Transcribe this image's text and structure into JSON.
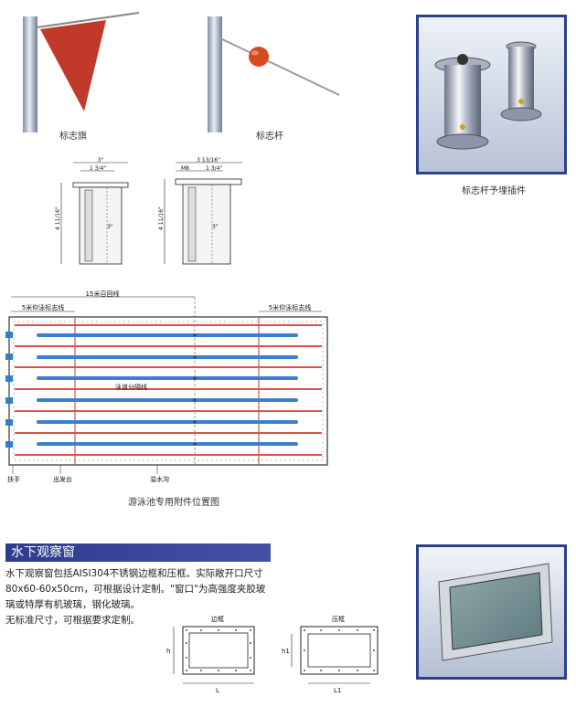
{
  "top": {
    "flag_caption": "标志旗",
    "pole_caption": "标志杆",
    "insert_caption": "标志杆予埋插件"
  },
  "drawings": {
    "left": {
      "top_dim": "3\"",
      "sub_dim": "1 3/4\"",
      "height_dim": "4 11/16\"",
      "inner_dim": "3\""
    },
    "right": {
      "top_dim": "3 13/16\"",
      "sub_dim_a": "M8",
      "sub_dim_b": "1 3/4\"",
      "height_dim": "4 11/16\"",
      "inner_dim": "3\""
    }
  },
  "pool": {
    "turn_line": "15米召回线",
    "backstroke_left": "5米仰泳标志线",
    "backstroke_right": "5米仰泳标志线",
    "lane_divider": "泳道分隔线",
    "handrail": "扶手",
    "start_block": "出发台",
    "overflow": "溢水沟",
    "caption": "游泳池专用附件位置图"
  },
  "window_section": {
    "title": "水下观察窗",
    "lines": [
      "水下观察窗包括AISI304不锈钢边框和压框。实际敞开口尺寸",
      "80x60-60x50cm，可根据设计定制。\"窗口\"为高强度夹胶玻",
      "璃或特厚有机玻璃，钢化玻璃。",
      "无标准尺寸，可根据要求定制。"
    ],
    "frame_label": "边框",
    "press_label": "压框",
    "dim_h": "h",
    "dim_l": "L",
    "dim_h1": "h1",
    "dim_l1": "L1"
  },
  "colors": {
    "accent": "#2f3b8e",
    "flag": "#c0392b",
    "lane_blue": "#3a7fd0",
    "lane_red": "#d9534f"
  }
}
